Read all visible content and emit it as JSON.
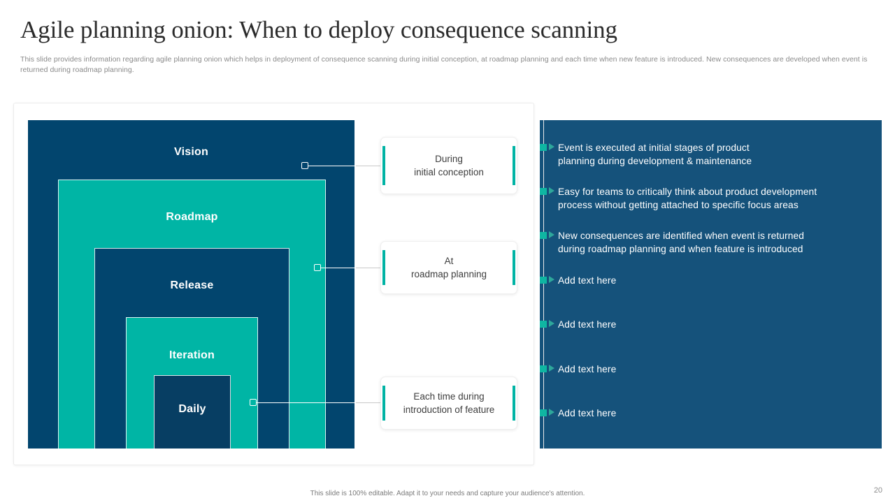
{
  "header": {
    "title": "Agile planning onion: When to deploy consequence scanning",
    "subtitle": "This slide provides information regarding agile planning onion which helps in deployment of consequence scanning during initial conception, at roadmap planning and each time when new feature is introduced. New consequences are developed when event is returned during roadmap planning."
  },
  "colors": {
    "dark_blue": "#02456E",
    "teal": "#00B5A5",
    "panel_blue": "#15527B",
    "daily_blue": "#073E63",
    "bullet_marker": "#0FB6A2",
    "title_text": "#2b2b2b",
    "subtitle_text": "#8a8a8a"
  },
  "onion": {
    "layers": [
      {
        "label": "Vision",
        "color": "#02456E"
      },
      {
        "label": "Roadmap",
        "color": "#00B5A5"
      },
      {
        "label": "Release",
        "color": "#02456E"
      },
      {
        "label": "Iteration",
        "color": "#00B5A5"
      },
      {
        "label": "Daily",
        "color": "#073E63"
      }
    ]
  },
  "callouts": [
    {
      "line1": "During",
      "line2": "initial conception"
    },
    {
      "line1": "At",
      "line2": "roadmap planning"
    },
    {
      "line1": "Each time during",
      "line2": "introduction of feature"
    }
  ],
  "bullets": [
    {
      "line1": "Event is executed at initial stages of product",
      "line2": "planning during development & maintenance"
    },
    {
      "line1": "Easy for teams to critically think about product development",
      "line2": "process without getting attached to specific focus areas"
    },
    {
      "line1": "New consequences are identified when event is returned",
      "line2": "during roadmap planning and when feature is introduced"
    },
    {
      "line1": "Add text here",
      "line2": ""
    },
    {
      "line1": "Add text here",
      "line2": ""
    },
    {
      "line1": "Add text here",
      "line2": ""
    },
    {
      "line1": "Add text here",
      "line2": ""
    }
  ],
  "footer": {
    "note": "This slide is 100% editable. Adapt it to your needs and capture your audience's attention.",
    "page": "20"
  }
}
